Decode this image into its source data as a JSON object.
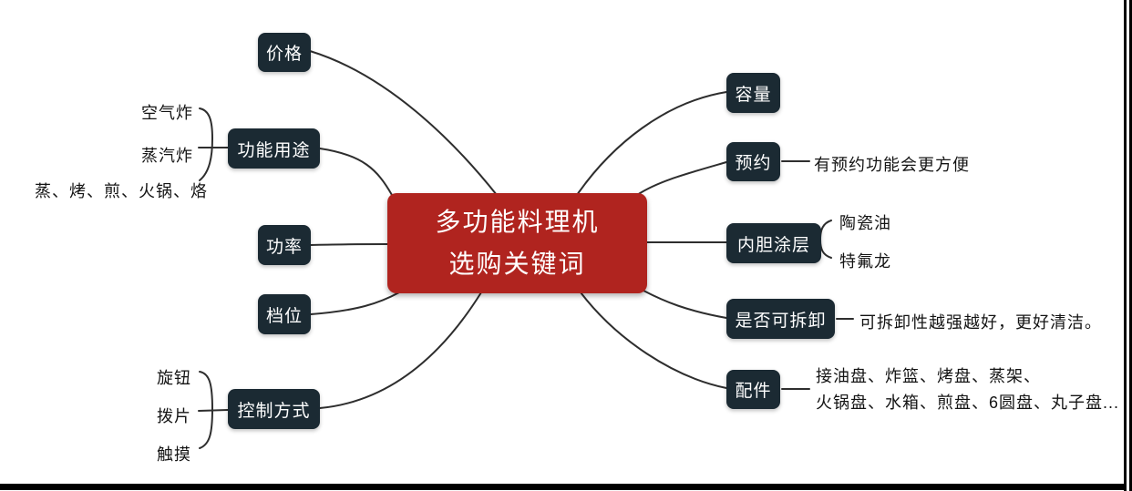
{
  "center": {
    "line1": "多功能料理机",
    "line2": "选购关键词"
  },
  "left": [
    {
      "label": "价格"
    },
    {
      "label": "功能用途",
      "children": [
        "空气炸",
        "蒸汽炸",
        "蒸、烤、煎、火锅、烙"
      ]
    },
    {
      "label": "功率"
    },
    {
      "label": "档位"
    },
    {
      "label": "控制方式",
      "children": [
        "旋钮",
        "拨片",
        "触摸"
      ]
    }
  ],
  "right": [
    {
      "label": "容量"
    },
    {
      "label": "预约",
      "note": "有预约功能会更方便"
    },
    {
      "label": "内胆涂层",
      "children": [
        "陶瓷油",
        "特氟龙"
      ]
    },
    {
      "label": "是否可拆卸",
      "note": "可拆卸性越强越好，更好清洁。"
    },
    {
      "label": "配件",
      "note_lines": [
        "接油盘、炸篮、烤盘、蒸架、",
        "火锅盘、水箱、煎盘、6圆盘、丸子盘..."
      ]
    }
  ],
  "colors": {
    "center_bg": "#b0241f",
    "node_bg": "#1b2a33",
    "node_text": "#ffffff",
    "line": "#2e2e2e",
    "text": "#141414"
  }
}
